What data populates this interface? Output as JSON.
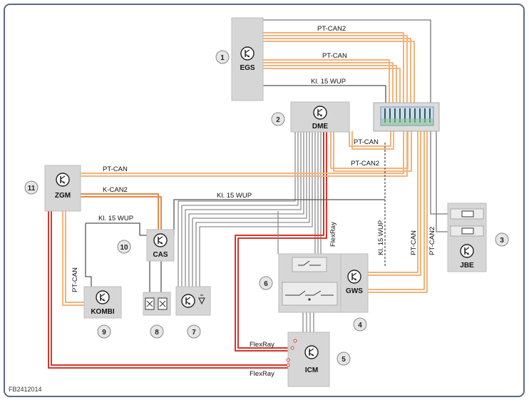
{
  "figure_code": "FB2412014",
  "colors": {
    "frame": "#5a6a86",
    "module": "#d6d6d6",
    "pt_can": "#f3b37a",
    "k_can": "#e28a4a",
    "flexray": "#d8352a",
    "wup": "#555555",
    "gray_bundle": "#9a9a9a"
  },
  "modules": {
    "egs": {
      "label": "EGS",
      "number": "1"
    },
    "dme": {
      "label": "DME",
      "number": "2"
    },
    "jbe": {
      "label": "JBE",
      "number": "3"
    },
    "gws": {
      "label": "GWS",
      "number": "4"
    },
    "icm": {
      "label": "ICM",
      "number": "5"
    },
    "switch_panel": {
      "number": "6"
    },
    "sensor": {
      "number": "7"
    },
    "fuses": {
      "number": "8"
    },
    "kombi": {
      "label": "KOMBI",
      "number": "9"
    },
    "cas": {
      "label": "CAS",
      "number": "10"
    },
    "zgm": {
      "label": "ZGM",
      "number": "11"
    }
  },
  "wires": {
    "egs_pt_can2": "PT-CAN2",
    "egs_pt_can": "PT-CAN",
    "egs_kl15": "Kl. 15 WUP",
    "dme_pt_can": "PT-CAN",
    "dme_pt_can2": "PT-CAN2",
    "zgm_pt_can": "PT-CAN",
    "zgm_k_can2": "K-CAN2",
    "zgm_kl15": "Kl. 15 WUP",
    "cas_kl15": "Kl. 15 WUP",
    "kombi_pt_can": "PT-CAN",
    "flexray_vertical": "FlexRay",
    "gws_kl15": "Kl. 15 WUP",
    "gws_pt_can": "PT-CAN",
    "gws_pt_can2": "PT-CAN2",
    "icm_flexray_top": "FlexRay",
    "icm_flexray_bottom": "FlexRay"
  }
}
